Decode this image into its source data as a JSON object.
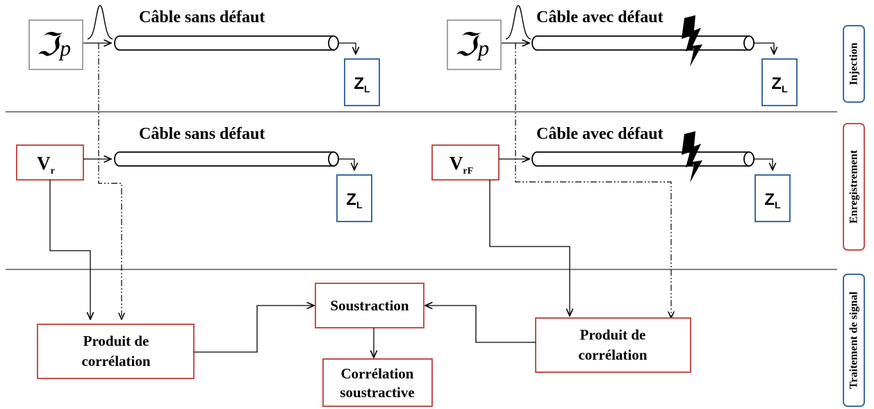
{
  "stages": {
    "injection": "Injection",
    "recording": "Enregistrement",
    "processing": "Traitement de signal"
  },
  "cables": {
    "healthy_label": "Câble sans défaut",
    "faulty_label": "Câble avec défaut"
  },
  "source": {
    "symbol": "ℑ",
    "subscript": "p"
  },
  "load": {
    "main": "Z",
    "sub": "L"
  },
  "recorded": {
    "healthy": {
      "main": "V",
      "sub": "r"
    },
    "faulty": {
      "main": "V",
      "sub": "rF"
    }
  },
  "processing": {
    "correlation_line1": "Produit de",
    "correlation_line2": "corrélation",
    "subtraction": "Soustraction",
    "result_line1": "Corrélation",
    "result_line2": "soustractive"
  },
  "colors": {
    "source_box": "#8c8c8c",
    "load_box": "#3d6aa0",
    "signal_box": "#c0504d",
    "stage_box_blue": "#3d6aa0",
    "stage_box_red": "#c0504d",
    "lines": "#000000",
    "separators": "#555555"
  },
  "icons": {
    "pulse": "gaussian-pulse-icon",
    "fault": "lightning-bolt-icon",
    "cable": "coaxial-cable-icon"
  }
}
